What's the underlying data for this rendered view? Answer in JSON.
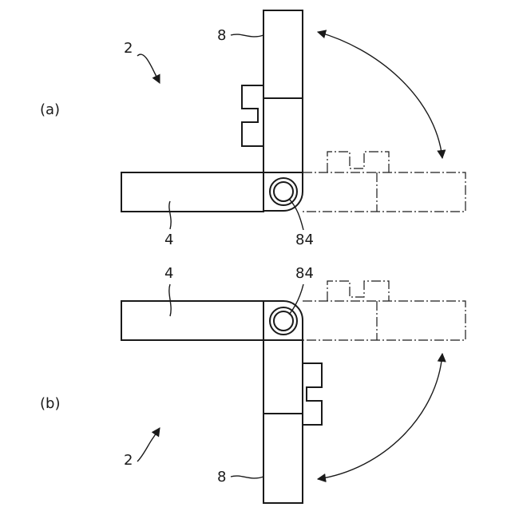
{
  "figure": {
    "panel_a": {
      "panel_label": "(a)",
      "assembly_ref": "2",
      "upper_part_ref": "8",
      "base_part_ref": "4",
      "hinge_ref": "84"
    },
    "panel_b": {
      "panel_label": "(b)",
      "assembly_ref": "2",
      "lower_part_ref": "8",
      "base_part_ref": "4",
      "hinge_ref": "84"
    }
  }
}
